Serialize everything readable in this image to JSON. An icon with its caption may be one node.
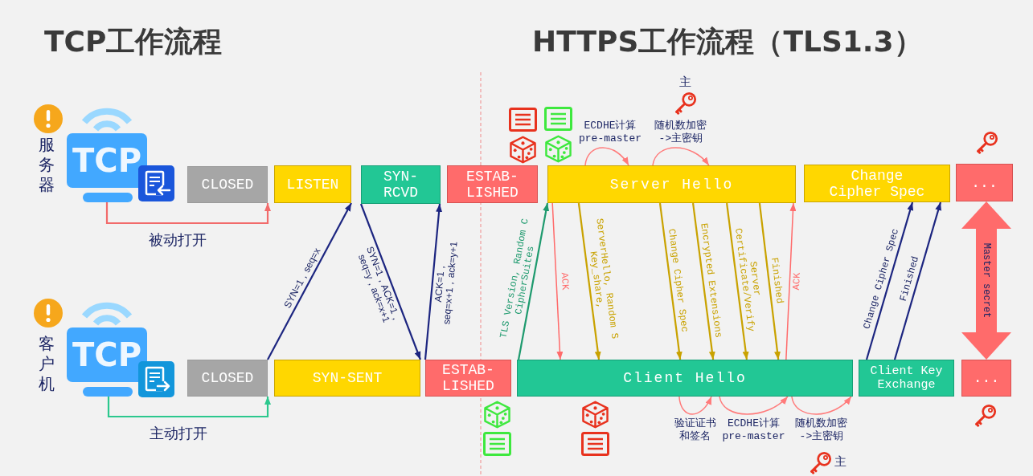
{
  "diagram": {
    "nodes": [
      {
        "text": [
          "TCP"
        ],
        "beside": [
          "服务器"
        ]
      },
      {
        "text": [
          "CLOSED"
        ]
      },
      {
        "text": [
          "LISTEN"
        ]
      },
      {
        "text": [
          "SYN- RCVD"
        ]
      },
      {
        "text": [
          "ESTAB- LISHED"
        ]
      },
      {
        "text": [
          "Server Hello"
        ]
      },
      {
        "text": [
          "Change Cipher Spec"
        ]
      },
      {
        "text": [
          "..."
        ]
      },
      {
        "text": [
          "TCP"
        ],
        "beside": [
          "客户机"
        ]
      },
      {
        "text": [
          "CLOSED"
        ]
      },
      {
        "text": [
          "SYN-SENT"
        ]
      },
      {
        "text": [
          "ESTAB- LISHED"
        ]
      },
      {
        "text": [
          "Client Hello"
        ]
      },
      {
        "text": [
          "Client Key Exchange"
        ]
      },
      {
        "text": [
          "..."
        ]
      }
    ],
    "edges": [
      {
        "from": 0,
        "to": 1,
        "arrow": "to",
        "label": "被动打开",
        "color": "#f26b6b"
      },
      {
        "from": 8,
        "to": 9,
        "arrow": "to",
        "label": "主动打开",
        "color": "#2cc88e"
      },
      {
        "from": 9,
        "to": 2,
        "arrow": "to",
        "label": "SYN=1，seq=x",
        "color": "#1c2580"
      },
      {
        "from": 3,
        "to": 10,
        "arrow": "to",
        "label": "SYN=1，ACK=1， seq=y，ack=x+1",
        "color": "#1c2580"
      },
      {
        "from": 11,
        "to": 3,
        "arrow": "to",
        "label": "ACK=1， seq=x+1，ack=y+1",
        "color": "#1c2580"
      },
      {
        "from": 12,
        "to": 5,
        "arrow": "to",
        "label": "TLS Version, Random C CipherSuites",
        "color": "#1e9a6e"
      },
      {
        "from": 5,
        "to": 12,
        "arrow": "to",
        "label": "ACK",
        "color": "#ff6b6b"
      },
      {
        "from": 5,
        "to": 12,
        "arrow": "to",
        "label": "ServerHello, Random S Key_share,",
        "color": "#c9a200"
      },
      {
        "from": 5,
        "to": 12,
        "arrow": "to",
        "label": "Change Cipher Spec",
        "color": "#c9a200"
      },
      {
        "from": 5,
        "to": 12,
        "arrow": "to",
        "label": "Encrypted Extensions",
        "color": "#c9a200"
      },
      {
        "from": 5,
        "to": 12,
        "arrow": "to",
        "label": "Server Certificate/Verify",
        "color": "#c9a200"
      },
      {
        "from": 5,
        "to": 12,
        "arrow": "to",
        "label": "Finished",
        "color": "#c9a200"
      },
      {
        "from": 12,
        "to": 5,
        "arrow": "to",
        "label": "ACK",
        "color": "#ff6b6b"
      },
      {
        "from": 13,
        "to": 6,
        "arrow": "to",
        "label": "Change Cipher Spec",
        "color": "#1c2580"
      },
      {
        "from": 13,
        "to": 6,
        "arrow": "to",
        "label": "Finished",
        "color": "#1c2580"
      },
      {
        "from": 7,
        "to": 14,
        "arrow": "both",
        "label": "Master secret",
        "style": "thick",
        "color": "#ff6b6b"
      },
      {
        "from": 5,
        "to": 5,
        "arrow": "to",
        "label": "ECDHE计算 pre-master",
        "color": "#ff7b7b"
      },
      {
        "from": 5,
        "to": 5,
        "arrow": "to",
        "label": "随机数加密->主密钥",
        "color": "#ff7b7b"
      },
      {
        "from": 12,
        "to": 12,
        "arrow": "to",
        "label": "验证证书和签名",
        "color": "#ff7b7b"
      },
      {
        "from": 12,
        "to": 12,
        "arrow": "to",
        "label": "ECDHE计算 pre-master",
        "color": "#ff7b7b"
      },
      {
        "from": 12,
        "to": 12,
        "arrow": "to",
        "label": "随机数加密->主密钥",
        "color": "#ff7b7b"
      }
    ],
    "labels": [
      "TCP工作流程",
      "HTTPS工作流程（TLS1.3）",
      "主",
      "主"
    ]
  }
}
